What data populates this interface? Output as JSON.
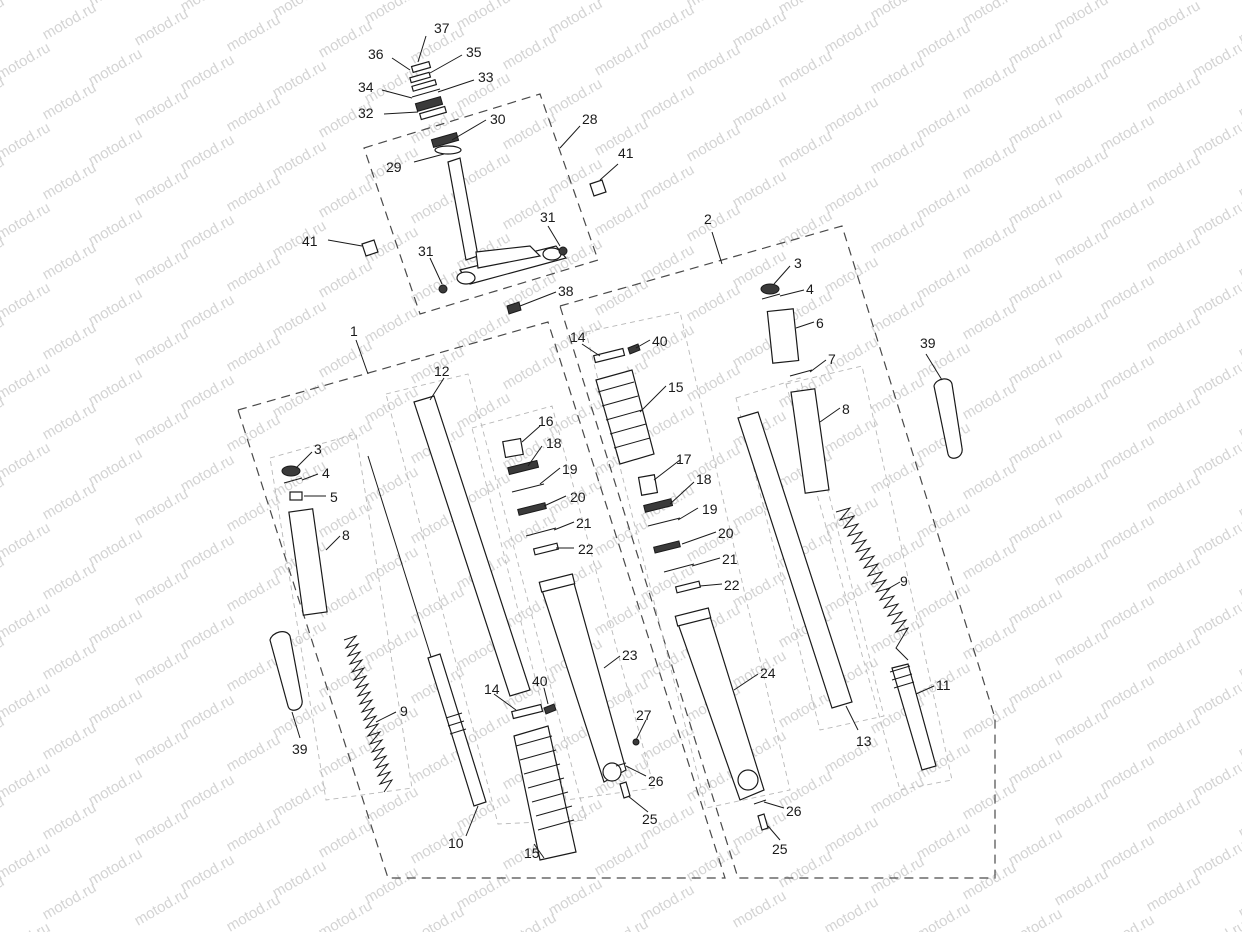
{
  "watermark": "motod.ru",
  "labels": {
    "l1": "1",
    "l2": "2",
    "l3a": "3",
    "l3b": "3",
    "l4a": "4",
    "l4b": "4",
    "l5": "5",
    "l6": "6",
    "l7": "7",
    "l8a": "8",
    "l8b": "8",
    "l9a": "9",
    "l9b": "9",
    "l10": "10",
    "l11": "11",
    "l12": "12",
    "l13": "13",
    "l14a": "14",
    "l14b": "14",
    "l15a": "15",
    "l15b": "15",
    "l16": "16",
    "l17": "17",
    "l18a": "18",
    "l18b": "18",
    "l19a": "19",
    "l19b": "19",
    "l20a": "20",
    "l20b": "20",
    "l21a": "21",
    "l21b": "21",
    "l22a": "22",
    "l22b": "22",
    "l23": "23",
    "l24": "24",
    "l25a": "25",
    "l25b": "25",
    "l26a": "26",
    "l26b": "26",
    "l27": "27",
    "l28": "28",
    "l29": "29",
    "l30": "30",
    "l31a": "31",
    "l31b": "31",
    "l32": "32",
    "l33": "33",
    "l34": "34",
    "l35": "35",
    "l36": "36",
    "l37": "37",
    "l38": "38",
    "l39a": "39",
    "l39b": "39",
    "l40a": "40",
    "l40b": "40",
    "l41a": "41",
    "l41b": "41"
  }
}
